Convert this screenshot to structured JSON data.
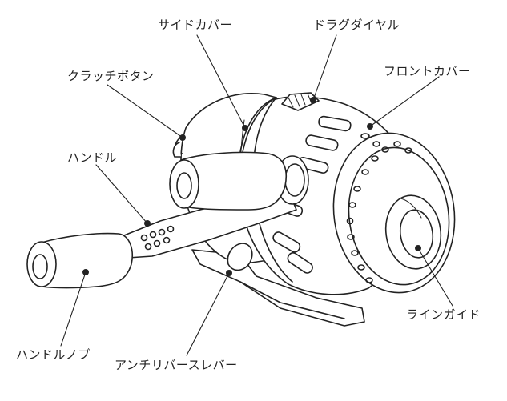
{
  "diagram": {
    "labels": {
      "side_cover": "サイドカバー",
      "drag_dial": "ドラグダイヤル",
      "clutch_button": "クラッチボタン",
      "front_cover": "フロントカバー",
      "handle": "ハンドル",
      "handle_knob": "ハンドルノブ",
      "anti_reverse_lever": "アンチリバースレバー",
      "line_guide": "ラインガイド"
    },
    "colors": {
      "ink": "#222222",
      "background": "#ffffff",
      "shade": "#e6e6e6"
    }
  }
}
